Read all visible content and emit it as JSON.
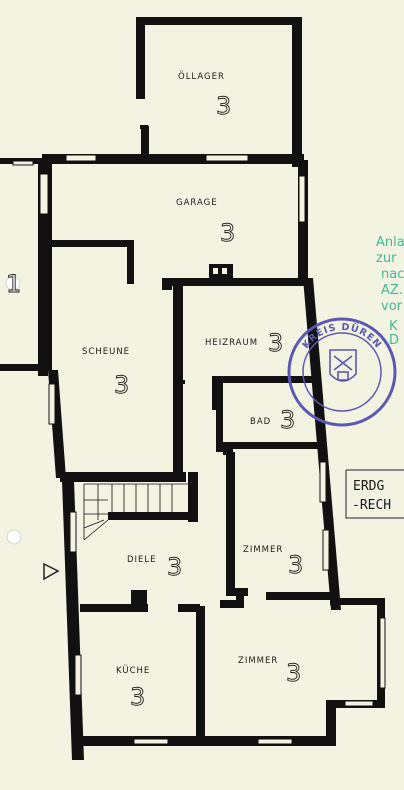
{
  "rooms": [
    {
      "id": "oellager",
      "label": "ÖLLAGER",
      "number": "3"
    },
    {
      "id": "garage",
      "label": "GARAGE",
      "number": "3"
    },
    {
      "id": "scheune",
      "label": "SCHEUNE",
      "number": "3"
    },
    {
      "id": "heizraum",
      "label": "HEIZRAUM",
      "number": "3"
    },
    {
      "id": "bad",
      "label": "BAD",
      "number": "3"
    },
    {
      "id": "zimmer-1",
      "label": "ZIMMER",
      "number": "3"
    },
    {
      "id": "diele",
      "label": "DIELE",
      "number": "3"
    },
    {
      "id": "kueche",
      "label": "KÜCHE",
      "number": "3"
    },
    {
      "id": "zimmer-2",
      "label": "ZIMMER",
      "number": "3"
    }
  ],
  "neighbor_number": "1",
  "side_title": [
    "ERDG",
    "-RECH"
  ],
  "green_note": [
    "Anla",
    "zur",
    "nac",
    "AZ.",
    "vor"
  ],
  "stamp": {
    "text": "KREIS DÜREN",
    "color": "#5b57b5",
    "overlay_note": [
      "K",
      "D"
    ]
  },
  "colors": {
    "wall": "#111111",
    "paper": "#f3f3e2",
    "note": "#44b79a"
  }
}
